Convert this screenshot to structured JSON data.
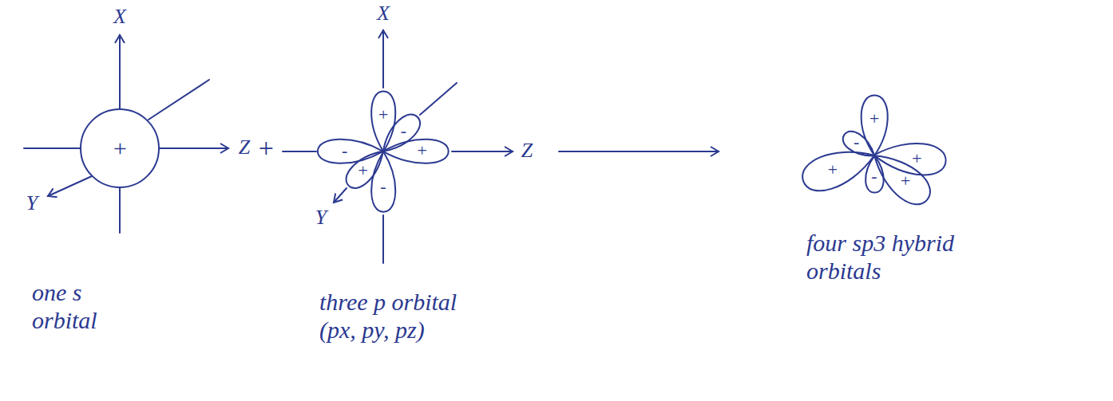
{
  "diagram": {
    "nodes": [
      {
        "text": [
          "+"
        ]
      },
      {
        "text": [
          "+"
        ]
      },
      {
        "text": [
          "-"
        ]
      },
      {
        "text": [
          "-"
        ]
      },
      {
        "text": [
          "+"
        ]
      },
      {
        "text": [
          "-"
        ]
      },
      {
        "text": [
          "+"
        ]
      },
      {
        "text": [
          "+"
        ]
      },
      {
        "text": [
          "-"
        ]
      },
      {
        "text": [
          "-"
        ]
      },
      {
        "text": [
          "+"
        ]
      },
      {
        "text": [
          "+"
        ]
      },
      {
        "text": [
          "+"
        ]
      }
    ],
    "labels": [
      "X",
      "Z",
      "Y",
      "+",
      "X",
      "Z",
      "Y",
      "one s orbital",
      "three p orbital (px, py, pz)",
      "four sp3 hybrid orbitals"
    ]
  }
}
